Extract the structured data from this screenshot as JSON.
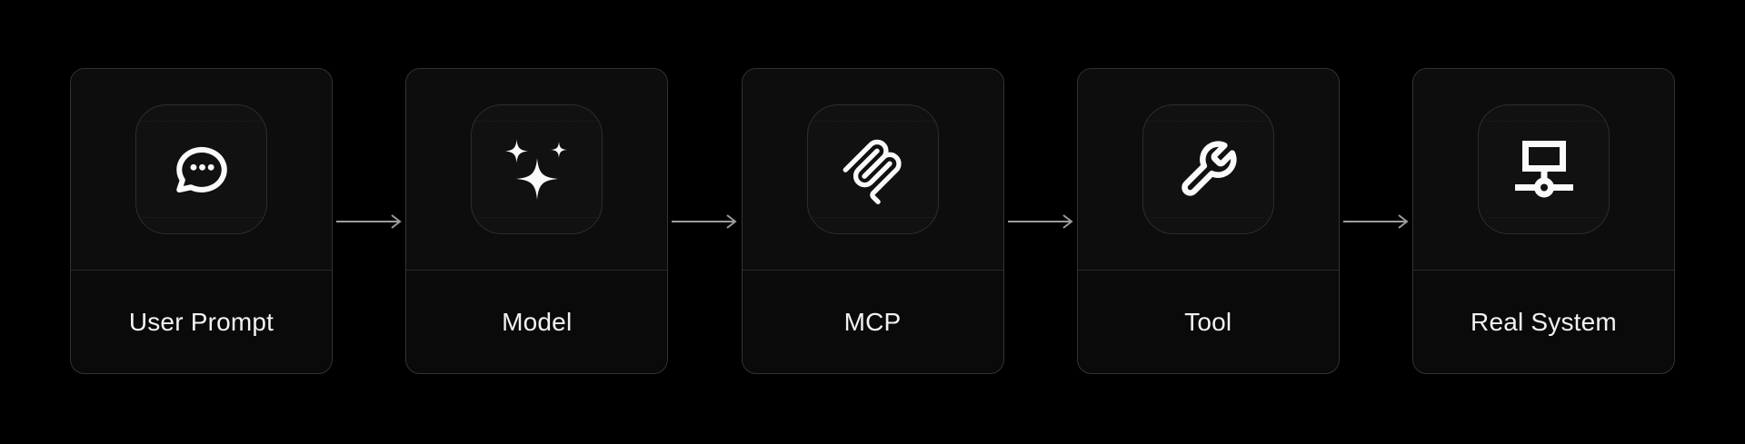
{
  "diagram": {
    "nodes": [
      {
        "id": "user-prompt",
        "label": "User Prompt",
        "icon": "chat-bubble-icon"
      },
      {
        "id": "model",
        "label": "Model",
        "icon": "sparkles-icon"
      },
      {
        "id": "mcp",
        "label": "MCP",
        "icon": "mcp-logo-icon"
      },
      {
        "id": "tool",
        "label": "Tool",
        "icon": "wrench-icon"
      },
      {
        "id": "real-system",
        "label": "Real System",
        "icon": "network-icon"
      }
    ],
    "connectors": [
      {
        "from": "user-prompt",
        "to": "model",
        "type": "arrow-right"
      },
      {
        "from": "model",
        "to": "mcp",
        "type": "arrow-right"
      },
      {
        "from": "mcp",
        "to": "tool",
        "type": "arrow-right"
      },
      {
        "from": "tool",
        "to": "real-system",
        "type": "arrow-right"
      }
    ]
  },
  "colors": {
    "background": "#000000",
    "card_background": "#0d0d0d",
    "card_label_background": "#0a0a0a",
    "card_border": "#333333",
    "divider": "#2b2b2b",
    "tile_background": "#111111",
    "tile_border": "#2d2d2d",
    "icon": "#fafafa",
    "label_text": "#f2f2f2",
    "arrow": "#9c9c9c"
  }
}
